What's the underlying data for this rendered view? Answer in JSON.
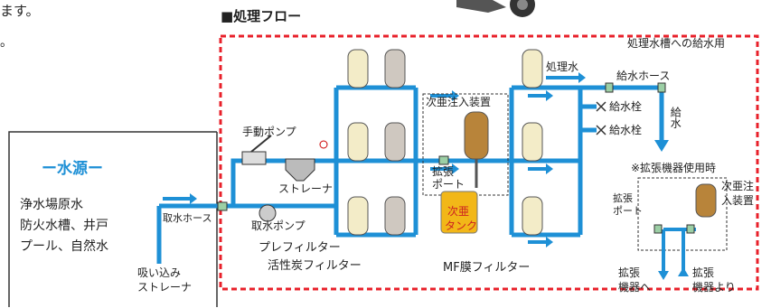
{
  "intro": {
    "text_fragment": "ます。",
    "dot": "。"
  },
  "title": "■処理フロー",
  "source": {
    "heading": "ー水源ー",
    "lines": [
      "浄水場原水",
      "防火水槽、井戸",
      "プール、自然水"
    ]
  },
  "labels": {
    "intake_hose": "取水ホース",
    "suction_strainer_1": "吸い込み",
    "suction_strainer_2": "ストレーナ",
    "manual_pump": "手動ポンプ",
    "strainer": "ストレーナ",
    "intake_pump": "取水ポンプ",
    "prefilter": "プレフィルター",
    "carbon_filter": "活性炭フィルター",
    "chlorine_injector": "次亜注入装置",
    "expansion_port_1": "拡張",
    "expansion_port_2": "ポート",
    "chlorine_tank_1": "次亜",
    "chlorine_tank_2": "タンク",
    "mf_filter": "MF膜フィルター",
    "treated_water": "処理水",
    "supply_hose": "給水ホース",
    "hydrant_1": "給水栓",
    "hydrant_2": "給水栓",
    "water_supply_vertical": "給水",
    "supply_to_tank": "処理水槽への給水用",
    "expansion_note": "※拡張機器使用時",
    "exp_port_1": "拡張",
    "exp_port_2": "ポート",
    "exp_injector_1": "次亜注",
    "exp_injector_2": "入装置",
    "to_expansion_1": "拡張",
    "to_expansion_2": "機器へ",
    "from_expansion_1": "拡張",
    "from_expansion_2": "機器より"
  },
  "colors": {
    "pipe": "#1e90d6",
    "border_red": "#e8202a",
    "prefilter": "#f3ecc8",
    "carbon": "#cfc8c0",
    "tank": "#f2b718",
    "chlorine": "#b8843a"
  }
}
